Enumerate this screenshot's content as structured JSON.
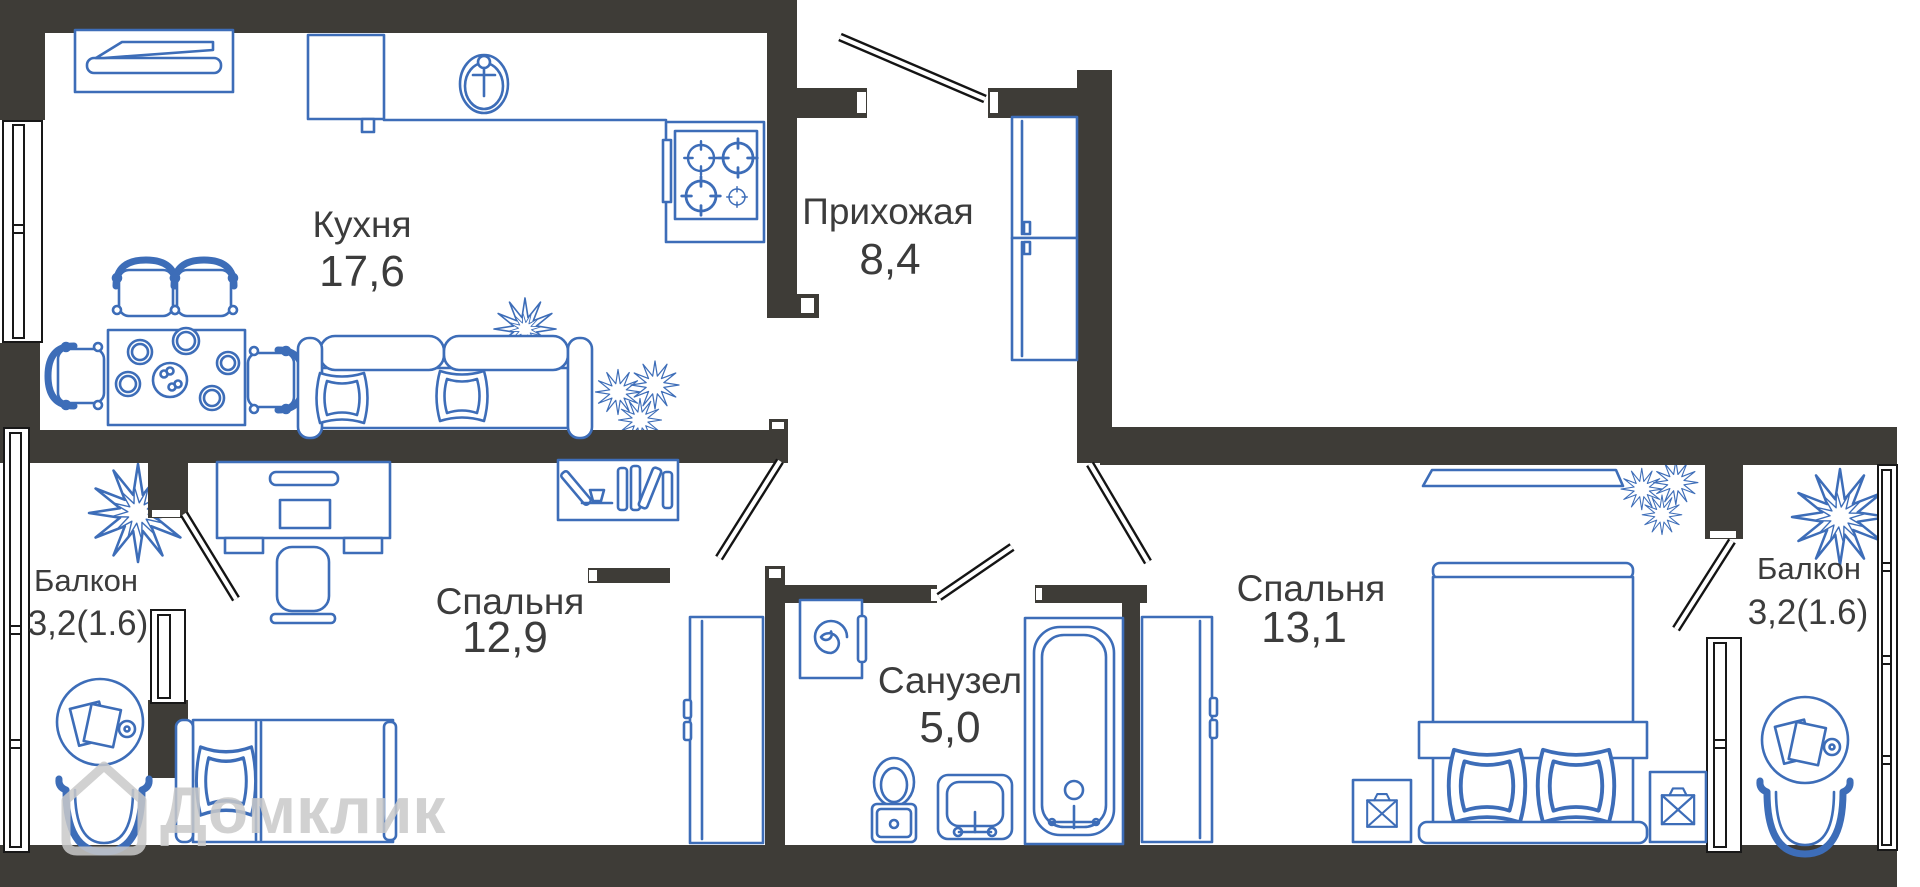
{
  "plan": {
    "type": "apartment-floor-plan"
  },
  "rooms": {
    "kitchen": {
      "name": "Кухня",
      "area": "17,6"
    },
    "hallway": {
      "name": "Прихожая",
      "area": "8,4"
    },
    "bedroom_small": {
      "name": "Спальня",
      "area": "12,9"
    },
    "bathroom": {
      "name": "Санузел",
      "area": "5,0"
    },
    "bedroom_large": {
      "name": "Спальня",
      "area": "13,1"
    },
    "balcony_left": {
      "name": "Балкон",
      "area": "3,2(1.6)"
    },
    "balcony_right": {
      "name": "Балкон",
      "area": "3,2(1.6)"
    }
  },
  "watermark": {
    "brand": "Домклик"
  },
  "colors": {
    "wall": "#3e3c37",
    "furniture_line": "#3d6db8",
    "door_line": "#141414",
    "label": "#3c3c3c",
    "watermark": "#c9c9c9",
    "background": "#ffffff"
  }
}
